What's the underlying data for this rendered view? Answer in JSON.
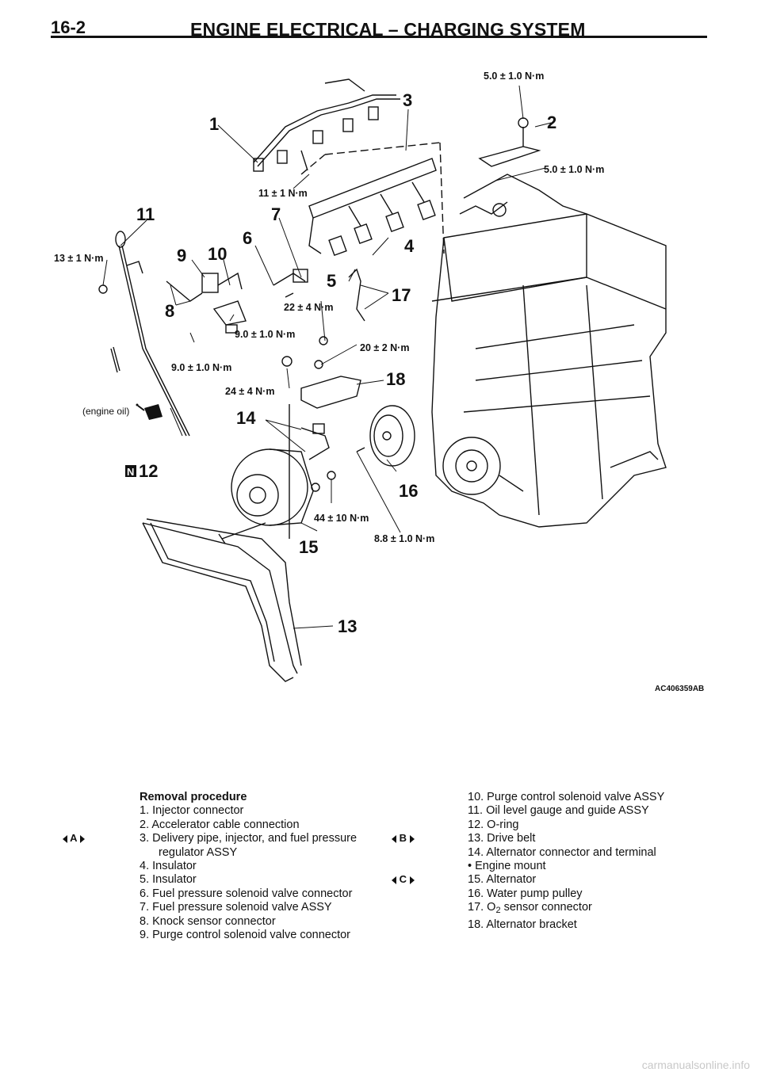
{
  "header": {
    "page_number": "16-2",
    "title": "ENGINE ELECTRICAL – CHARGING SYSTEM"
  },
  "figure": {
    "code": "AC406359AB",
    "engine_oil_note": "(engine oil)",
    "n_mark": "N",
    "callouts": [
      "1",
      "2",
      "3",
      "4",
      "5",
      "6",
      "7",
      "8",
      "9",
      "10",
      "11",
      "12",
      "13",
      "14",
      "15",
      "16",
      "17",
      "18"
    ],
    "torques": {
      "t_top_right": "5.0 ± 1.0 N·m",
      "t_mid_right": "5.0 ± 1.0 N·m",
      "t_11": "11 ± 1 N·m",
      "t_13": "13 ± 1 N·m",
      "t_22": "22 ± 4 N·m",
      "t_9a": "9.0 ± 1.0 N·m",
      "t_9b": "9.0 ± 1.0 N·m",
      "t_20": "20 ± 2 N·m",
      "t_24": "24 ± 4 N·m",
      "t_44": "44 ± 10 N·m",
      "t_88": "8.8 ± 1.0 N·m"
    }
  },
  "procedure": {
    "heading": "Removal procedure",
    "col1": [
      "1. Injector connector",
      "2. Accelerator cable connection",
      "3. Delivery pipe, injector, and fuel pressure",
      "regulator ASSY",
      "4. Insulator",
      "5. Insulator",
      "6. Fuel pressure solenoid valve connector",
      "7. Fuel pressure solenoid valve ASSY",
      "8. Knock sensor connector",
      "9. Purge control solenoid valve connector"
    ],
    "col2": [
      "10. Purge control solenoid valve ASSY",
      "11. Oil level gauge and guide ASSY",
      "12. O-ring",
      "13. Drive belt",
      "14. Alternator connector and terminal",
      "• Engine mount",
      "15. Alternator",
      "16. Water pump pulley",
      "17. O",
      "18. Alternator bracket"
    ],
    "o2_sub": "2",
    "o2_rest": " sensor connector",
    "markers": {
      "a": "A",
      "b": "B",
      "c": "C"
    }
  },
  "footer": {
    "site": "carmanualsonline.info"
  }
}
